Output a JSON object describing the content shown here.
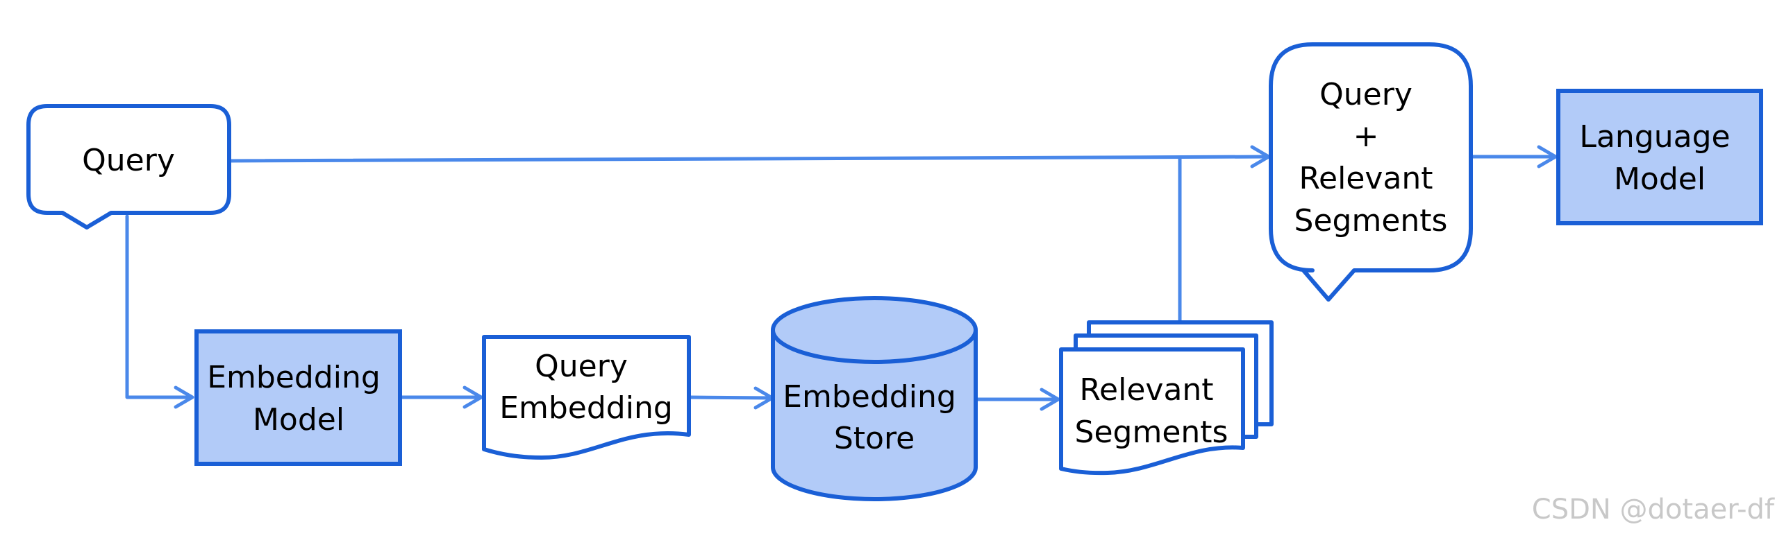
{
  "diagram": {
    "colors": {
      "stroke": "#1a5fd6",
      "connector": "#4a88ea",
      "fill_shaded": "#b2cbf8",
      "fill_plain": "#ffffff",
      "text": "#000000",
      "watermark": "#c8c8c8"
    },
    "nodes": {
      "query": {
        "lines": [
          "Query"
        ],
        "shape": "speech-bubble"
      },
      "embedding_model": {
        "lines": [
          "Embedding",
          "Model"
        ],
        "shape": "rectangle"
      },
      "query_embedding": {
        "lines": [
          "Query",
          "Embedding"
        ],
        "shape": "document"
      },
      "embedding_store": {
        "lines": [
          "Embedding",
          "Store"
        ],
        "shape": "cylinder"
      },
      "relevant_segments": {
        "lines": [
          "Relevant",
          "Segments"
        ],
        "shape": "multi-document"
      },
      "query_plus_segments": {
        "lines": [
          "Query",
          "+",
          "Relevant",
          "Segments"
        ],
        "shape": "speech-bubble"
      },
      "language_model": {
        "lines": [
          "Language",
          "Model"
        ],
        "shape": "rectangle"
      }
    },
    "edges": [
      {
        "from": "query",
        "to": "embedding_model"
      },
      {
        "from": "embedding_model",
        "to": "query_embedding"
      },
      {
        "from": "query_embedding",
        "to": "embedding_store"
      },
      {
        "from": "embedding_store",
        "to": "relevant_segments"
      },
      {
        "from": "query",
        "to": "query_plus_segments"
      },
      {
        "from": "relevant_segments",
        "to": "query_plus_segments"
      },
      {
        "from": "query_plus_segments",
        "to": "language_model"
      }
    ]
  },
  "watermark": {
    "text": "CSDN @dotaer-df"
  }
}
